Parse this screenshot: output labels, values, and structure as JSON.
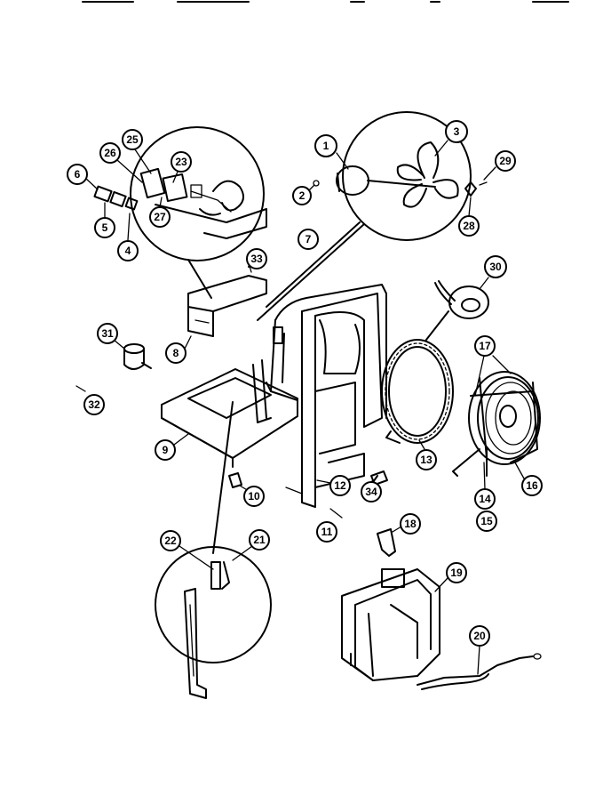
{
  "callouts": [
    {
      "id": "1",
      "label": "1"
    },
    {
      "id": "2",
      "label": "2"
    },
    {
      "id": "3",
      "label": "3"
    },
    {
      "id": "4",
      "label": "4"
    },
    {
      "id": "5",
      "label": "5"
    },
    {
      "id": "6",
      "label": "6"
    },
    {
      "id": "7",
      "label": "7"
    },
    {
      "id": "8",
      "label": "8"
    },
    {
      "id": "9",
      "label": "9"
    },
    {
      "id": "10",
      "label": "10"
    },
    {
      "id": "11",
      "label": "11"
    },
    {
      "id": "12",
      "label": "12"
    },
    {
      "id": "13",
      "label": "13"
    },
    {
      "id": "14",
      "label": "14"
    },
    {
      "id": "15",
      "label": "15"
    },
    {
      "id": "16",
      "label": "16"
    },
    {
      "id": "17",
      "label": "17"
    },
    {
      "id": "18",
      "label": "18"
    },
    {
      "id": "19",
      "label": "19"
    },
    {
      "id": "20",
      "label": "20"
    },
    {
      "id": "21",
      "label": "21"
    },
    {
      "id": "22",
      "label": "22"
    },
    {
      "id": "23",
      "label": "23"
    },
    {
      "id": "25",
      "label": "25"
    },
    {
      "id": "26",
      "label": "26"
    },
    {
      "id": "27",
      "label": "27"
    },
    {
      "id": "28",
      "label": "28"
    },
    {
      "id": "29",
      "label": "29"
    },
    {
      "id": "30",
      "label": "30"
    },
    {
      "id": "31",
      "label": "31"
    },
    {
      "id": "32",
      "label": "32"
    },
    {
      "id": "33",
      "label": "33"
    },
    {
      "id": "34",
      "label": "34"
    }
  ],
  "colors": {
    "ink": "#000000",
    "paper": "#ffffff"
  }
}
